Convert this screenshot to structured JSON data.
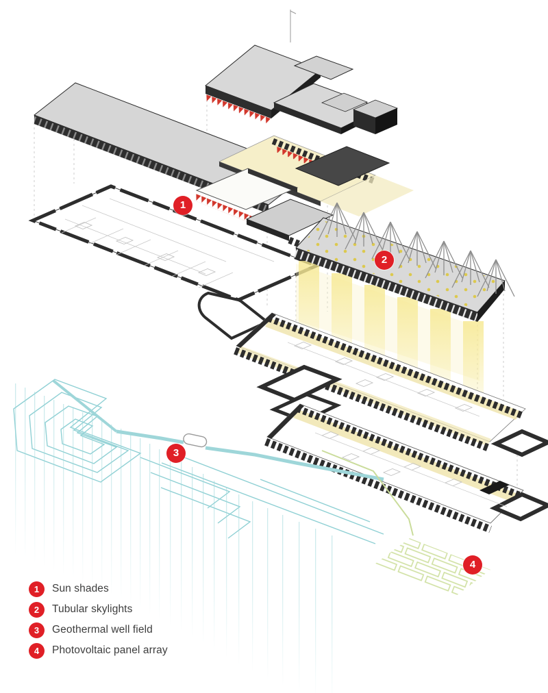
{
  "legend": {
    "items": [
      {
        "number": "1",
        "label": "Sun shades"
      },
      {
        "number": "2",
        "label": "Tubular skylights"
      },
      {
        "number": "3",
        "label": "Geothermal well field"
      },
      {
        "number": "4",
        "label": "Photovoltaic panel array"
      }
    ]
  },
  "markers": [
    {
      "number": "1"
    },
    {
      "number": "2"
    },
    {
      "number": "3"
    },
    {
      "number": "4"
    }
  ],
  "colors": {
    "marker_red": "#e01f26",
    "sun_shade_red": "#d2372c",
    "daylight_yellow": "#f6efc9",
    "skylight_dot_yellow": "#dcc94e",
    "geothermal_teal": "#8fd0d4",
    "pv_green": "#cfe0a0",
    "roof_gray": "#d7d7d7",
    "wall_dark": "#2d2d2d"
  }
}
